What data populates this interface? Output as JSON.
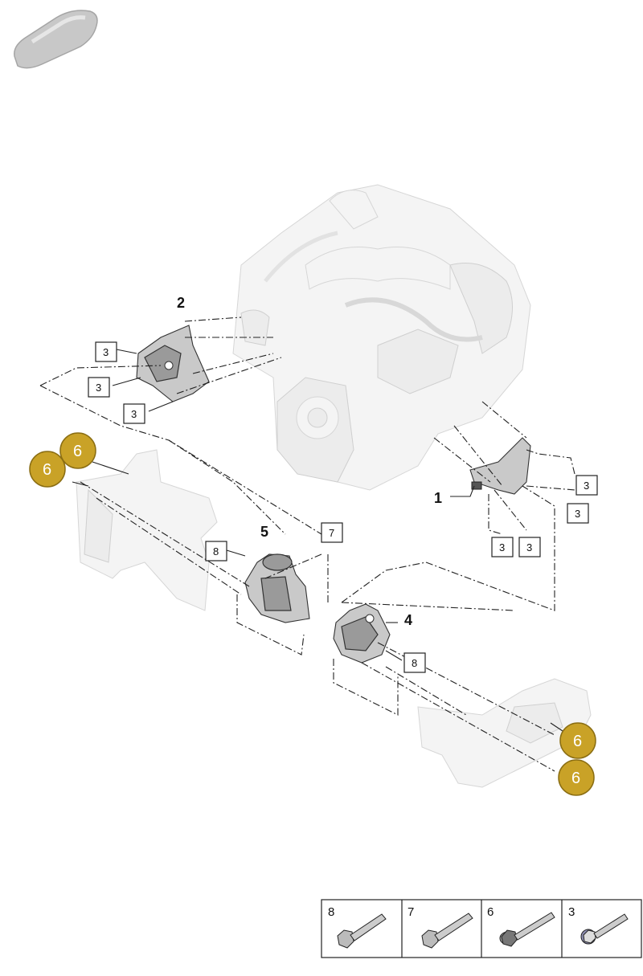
{
  "callouts": {
    "part1": "1",
    "part2": "2",
    "part4": "4",
    "part5": "5",
    "box3_a": "3",
    "box3_b": "3",
    "box3_c": "3",
    "box3_d": "3",
    "box3_e": "3",
    "box3_f": "3",
    "box3_g": "3",
    "box8_a": "8",
    "box8_b": "8",
    "box7": "7",
    "gold6_a": "6",
    "gold6_b": "6",
    "gold6_c": "6",
    "gold6_d": "6"
  },
  "legend": {
    "cells": [
      {
        "number": "8",
        "icon": "bolt-icon"
      },
      {
        "number": "7",
        "icon": "bolt-icon"
      },
      {
        "number": "6",
        "icon": "flange-bolt-icon"
      },
      {
        "number": "3",
        "icon": "bolt-with-washer-icon"
      }
    ]
  },
  "colors": {
    "callout_gold": "#c9a227",
    "ghost_part": "#ececec",
    "line": "#222222"
  }
}
